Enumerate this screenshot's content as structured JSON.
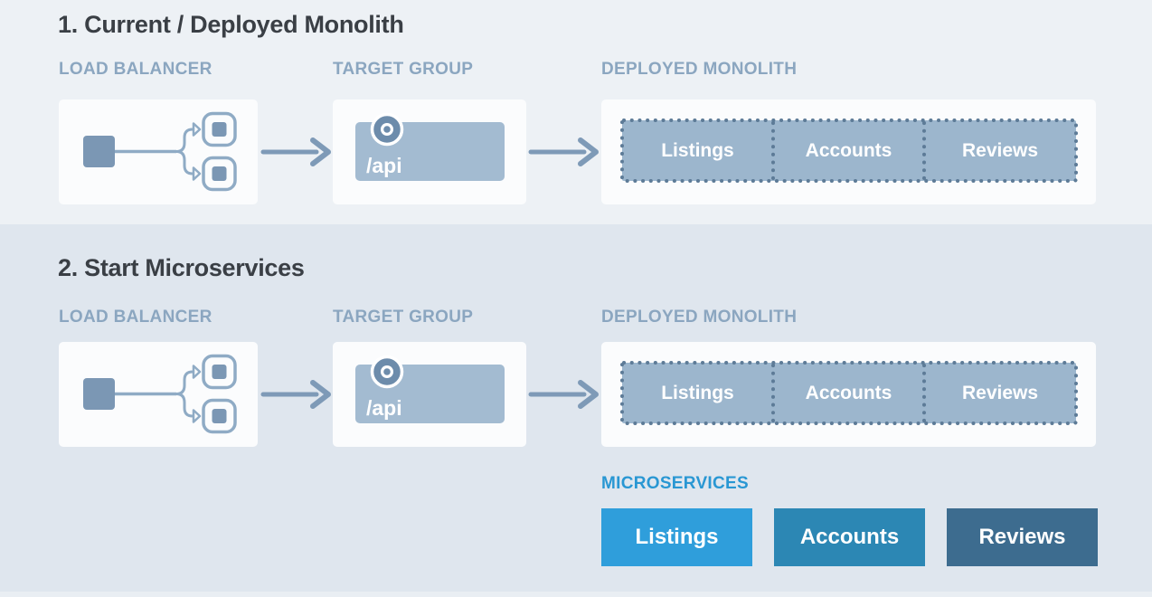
{
  "colors": {
    "bg_top": "#edf1f5",
    "bg_main": "#dfe6ee",
    "bg_bottom": "#e9eef3",
    "card": "#fbfcfd",
    "title": "#3a3f45",
    "column_label": "#8ba6c0",
    "steel_fill": "#9cb6cd",
    "target_rect": "#a3bbd1",
    "dash_border": "#5d7b97",
    "arrow": "#7e9ab7",
    "icon_blue": "#7b97b4",
    "icon_outline": "#8fabc5",
    "bullseye": "#6d8cab",
    "microservices_label": "#2997d3"
  },
  "section1": {
    "title": "1. Current / Deployed Monolith",
    "load_balancer_label": "LOAD BALANCER",
    "target_group_label": "TARGET GROUP",
    "monolith_label": "DEPLOYED MONOLITH",
    "api_path": "/api",
    "monolith_segments": [
      "Listings",
      "Accounts",
      "Reviews"
    ]
  },
  "section2": {
    "title": "2. Start Microservices",
    "load_balancer_label": "LOAD BALANCER",
    "target_group_label": "TARGET GROUP",
    "monolith_label": "DEPLOYED MONOLITH",
    "api_path": "/api",
    "monolith_segments": [
      "Listings",
      "Accounts",
      "Reviews"
    ],
    "microservices_label": "MICROSERVICES",
    "microservices": [
      {
        "label": "Listings",
        "color": "#2f9edb"
      },
      {
        "label": "Accounts",
        "color": "#2c87b4"
      },
      {
        "label": "Reviews",
        "color": "#3d6c8f"
      }
    ]
  }
}
